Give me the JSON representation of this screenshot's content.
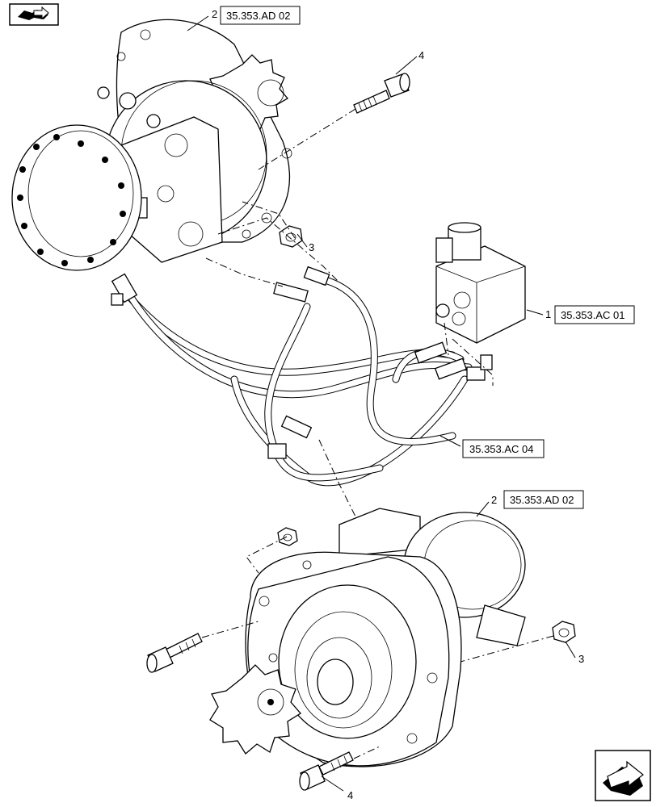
{
  "callouts": {
    "c1": {
      "number": "1",
      "ref": "35.353.AC 01"
    },
    "c2_top": {
      "number": "2",
      "ref": "35.353.AD 02"
    },
    "c2_bottom": {
      "number": "2",
      "ref": "35.353.AD 02"
    },
    "c3_top": {
      "number": "3"
    },
    "c3_bottom": {
      "number": "3"
    },
    "c4_top": {
      "number": "4"
    },
    "c4_bottom": {
      "number": "4"
    },
    "hoses": {
      "ref": "35.353.AC 04"
    }
  },
  "icons": {
    "top_left": "book-arrow-icon",
    "bottom_right": "next-page-arrow-icon"
  }
}
